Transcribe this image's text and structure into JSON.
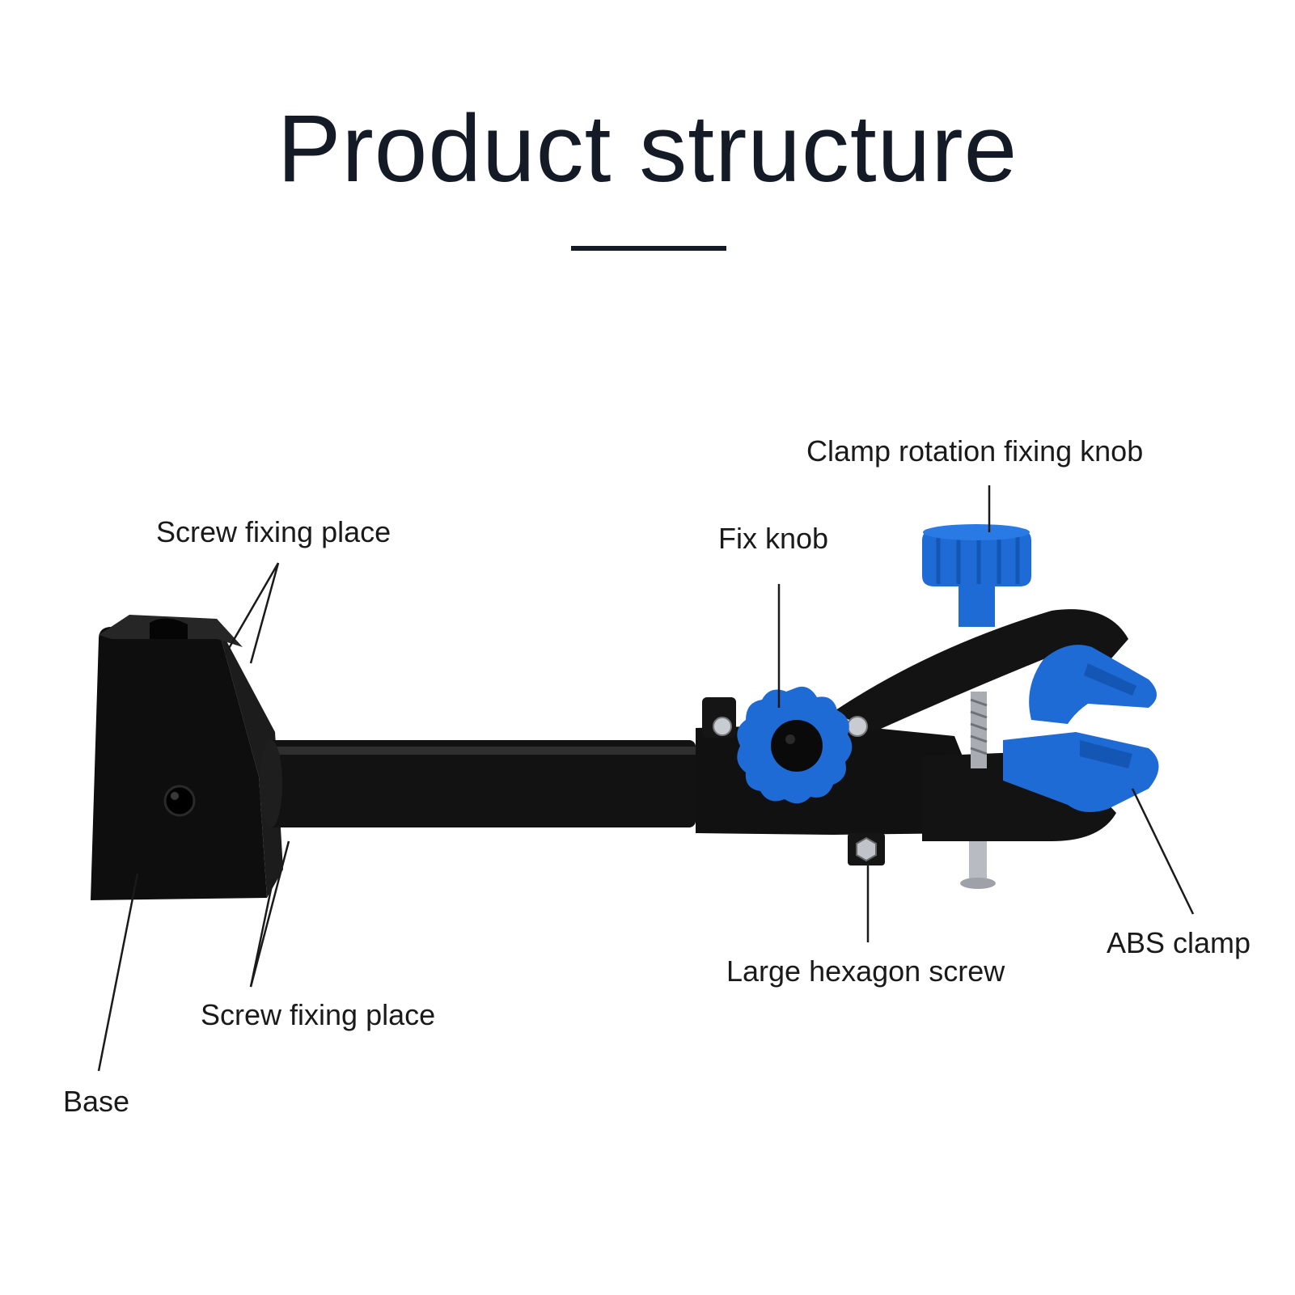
{
  "title": "Product structure",
  "colors": {
    "title_text": "#141b26",
    "body_black": "#111111",
    "knob_blue": "#1e6bd6",
    "knob_blue_dark": "#1456b3",
    "metal": "#b8bcc2"
  },
  "callouts": {
    "screw_fixing_top": "Screw fixing place",
    "screw_fixing_bottom": "Screw fixing place",
    "base": "Base",
    "fix_knob": "Fix knob",
    "clamp_rotation_knob": "Clamp rotation fixing knob",
    "large_hexagon_screw": "Large hexagon screw",
    "abs_clamp": "ABS clamp"
  }
}
